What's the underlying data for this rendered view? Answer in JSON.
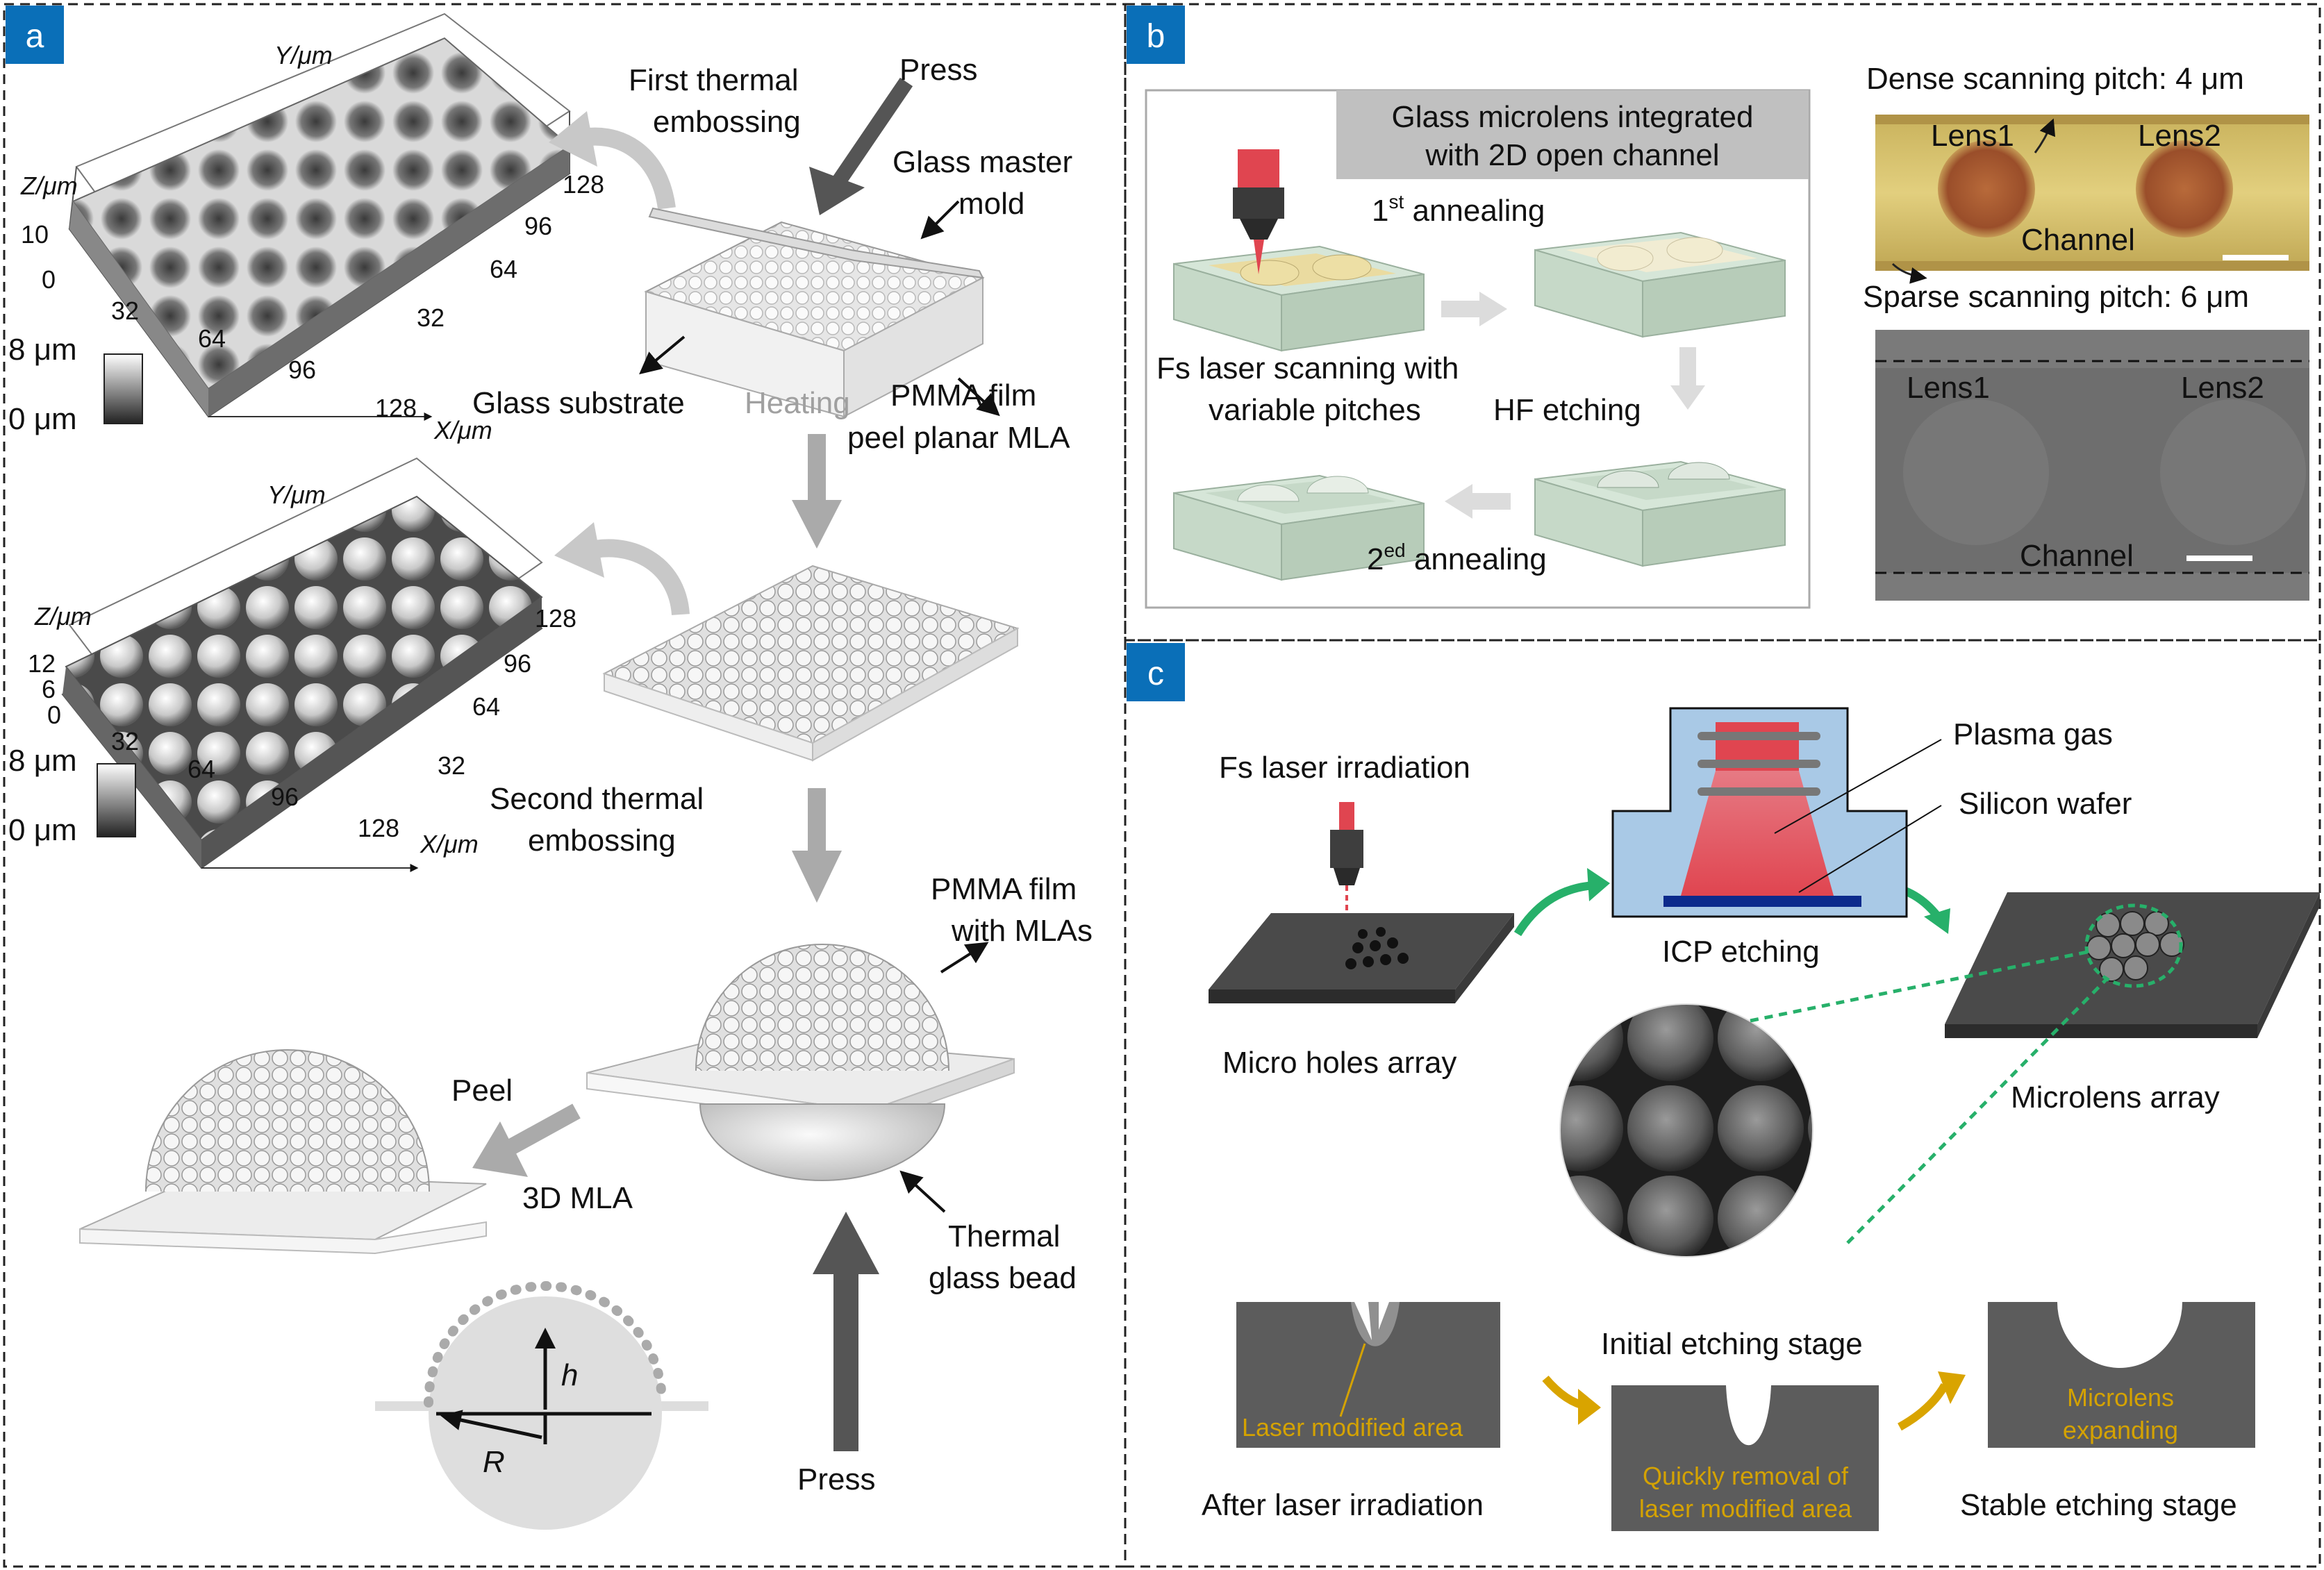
{
  "colors": {
    "badge": "#0a6fb8",
    "glass": "#c9dccb",
    "gold_text": "#d4a200",
    "plasma_box": "#a9c9e6",
    "laser_red": "#e04550",
    "green_arrow": "#27b06a",
    "amber_arrow": "#d9a400"
  },
  "panel_a": {
    "badge": "a",
    "plot1": {
      "y_axis": "Y/μm",
      "z_axis": "Z/μm",
      "x_axis": "X/μm",
      "z_tick": "10",
      "z_zero": "0",
      "x_ticks": [
        "32",
        "64",
        "96",
        "128"
      ],
      "y_ticks": [
        "32",
        "64",
        "96",
        "128"
      ],
      "scale_top": "8 μm",
      "scale_bottom": "0 μm"
    },
    "plot2": {
      "y_axis": "Y/μm",
      "z_axis": "Z/μm",
      "x_axis": "X/μm",
      "z_ticks": [
        "12",
        "6",
        "0"
      ],
      "x_ticks": [
        "32",
        "64",
        "96",
        "128"
      ],
      "y_ticks": [
        "32",
        "64",
        "96",
        "128"
      ],
      "scale_top": "8 μm",
      "scale_bottom": "0 μm"
    },
    "first_embossing": [
      "First thermal",
      "embossing"
    ],
    "press_top": "Press",
    "master_mold": [
      "Glass master",
      "mold"
    ],
    "glass_substrate": "Glass substrate",
    "heating": "Heating",
    "pmma_peel": [
      "PMMA film",
      "peel planar MLA"
    ],
    "second_embossing": [
      "Second thermal",
      "embossing"
    ],
    "pmma_mla": [
      "PMMA film",
      "with MLAs"
    ],
    "peel": "Peel",
    "mla_3d": "3D MLA",
    "thermal_bead": [
      "Thermal",
      "glass bead"
    ],
    "h": "h",
    "R": "R",
    "press_bottom": "Press"
  },
  "panel_b": {
    "badge": "b",
    "banner": [
      "Glass microlens integrated",
      "with 2D open channel"
    ],
    "anneal1_base": "1",
    "anneal1_sup": "st",
    "anneal1_rest": " annealing",
    "fs_scanning": [
      "Fs laser scanning with",
      "variable pitches"
    ],
    "hf_etching": "HF etching",
    "anneal2_base": "2",
    "anneal2_sup": "ed",
    "anneal2_rest": " annealing",
    "dense": "Dense scanning pitch: 4 μm",
    "sparse": "Sparse scanning pitch: 6 μm",
    "lens1": "Lens1",
    "lens2": "Lens2",
    "channel": "Channel"
  },
  "panel_c": {
    "badge": "c",
    "fs_irradiation": "Fs laser irradiation",
    "plasma_gas": "Plasma gas",
    "silicon_wafer": "Silicon wafer",
    "icp": "ICP etching",
    "holes": "Micro holes array",
    "microlens_array": "Microlens array",
    "laser_modified": "Laser modified area",
    "initial_stage": "Initial etching stage",
    "quick_removal": [
      "Quickly removal of",
      "laser modified area"
    ],
    "expanding": [
      "Microlens",
      "expanding"
    ],
    "after_irradiation": "After laser irradiation",
    "stable_stage": "Stable etching stage"
  }
}
